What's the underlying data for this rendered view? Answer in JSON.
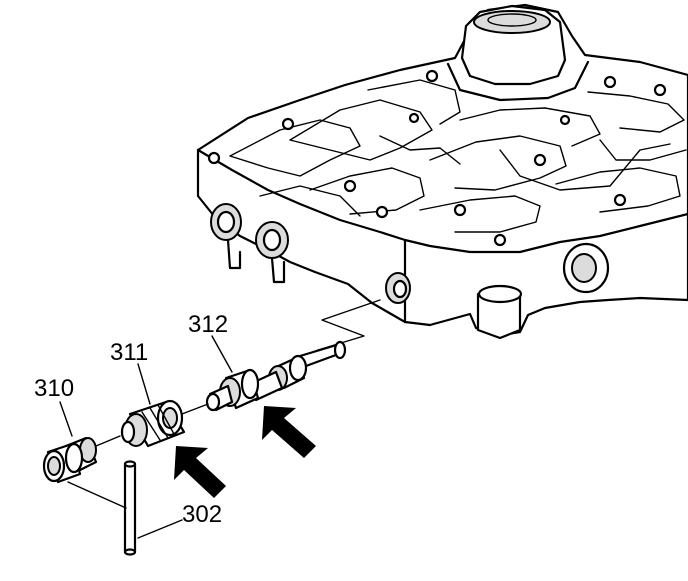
{
  "callouts": {
    "c302": "302",
    "c310": "310",
    "c311": "311",
    "c312": "312"
  },
  "colors": {
    "line": "#000000",
    "background": "#ffffff",
    "shade": "#dcdcdc"
  },
  "icons": [
    "arrow-icon",
    "arrow-icon"
  ]
}
